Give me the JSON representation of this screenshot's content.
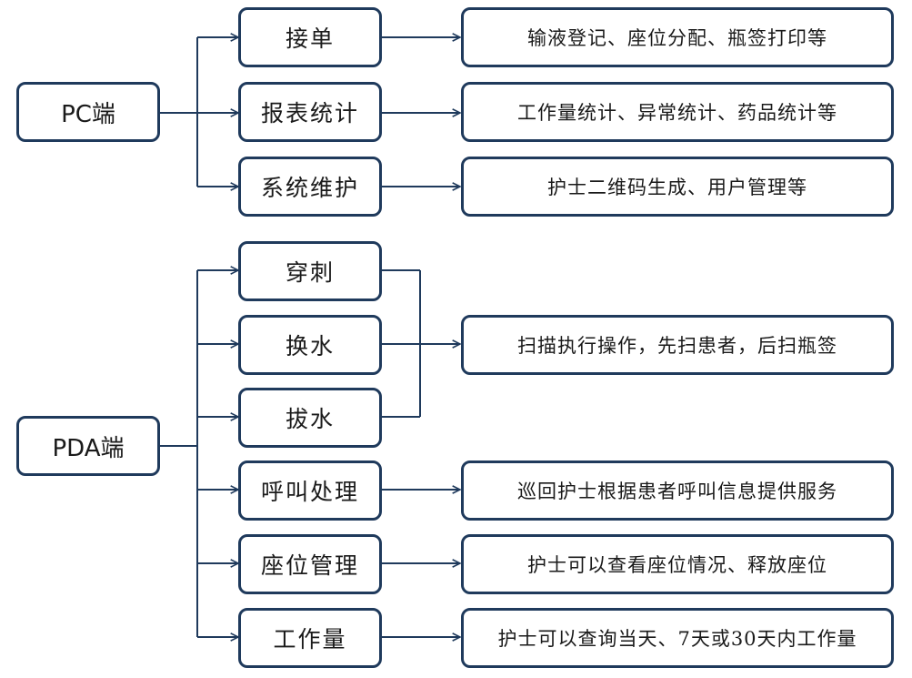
{
  "colors": {
    "stroke": "#1f3a5c",
    "text": "#1a1a1a"
  },
  "pc": {
    "label": "PC端",
    "items": [
      {
        "label": "接单",
        "desc": "输液登记、座位分配、瓶签打印等"
      },
      {
        "label": "报表统计",
        "desc": "工作量统计、异常统计、药品统计等"
      },
      {
        "label": "系统维护",
        "desc": "护士二维码生成、用户管理等"
      }
    ]
  },
  "pda": {
    "label": "PDA端",
    "scan_group": {
      "items": [
        "穿刺",
        "换水",
        "拔水"
      ],
      "desc": "扫描执行操作，先扫患者，后扫瓶签"
    },
    "items": [
      {
        "label": "呼叫处理",
        "desc": "巡回护士根据患者呼叫信息提供服务"
      },
      {
        "label": "座位管理",
        "desc": "护士可以查看座位情况、释放座位"
      },
      {
        "label": "工作量",
        "desc": "护士可以查询当天、7天或30天内工作量"
      }
    ]
  }
}
